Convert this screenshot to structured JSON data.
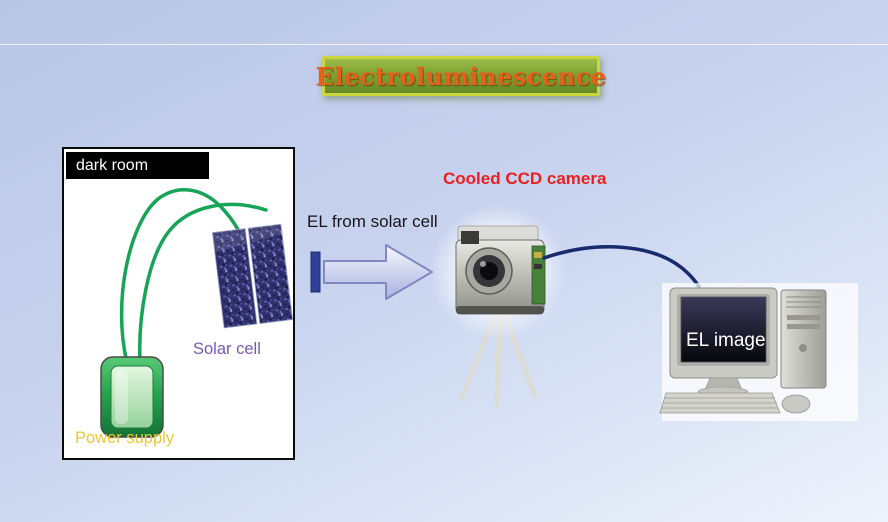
{
  "slide": {
    "title": "Electroluminescence"
  },
  "dark_room": {
    "title": "dark room",
    "solar_cell_label": "Solar cell",
    "power_supply_label": "Power supply"
  },
  "beam": {
    "label": "EL from solar cell"
  },
  "camera": {
    "label": "Cooled CCD camera"
  },
  "computer": {
    "screen_label": "EL image"
  },
  "colors": {
    "background_top": "#b9c6e6",
    "background_bottom": "#eef3fb",
    "title_text": "#e6601a",
    "title_box_green": "#7da232",
    "title_border": "#c9d63e",
    "dark_room_header_bg": "#000000",
    "wire_green": "#17a457",
    "solar_cell_panel": "#30306a",
    "solar_cell_label_purple": "#7a58b8",
    "power_supply_green": "#23a04a",
    "power_supply_label_yellow": "#e9c83a",
    "camera_label_red": "#ec1f1f",
    "arrow_fill": "#c3c9ec",
    "arrow_outline": "#8088c2",
    "cable_navy": "#182a6e"
  }
}
